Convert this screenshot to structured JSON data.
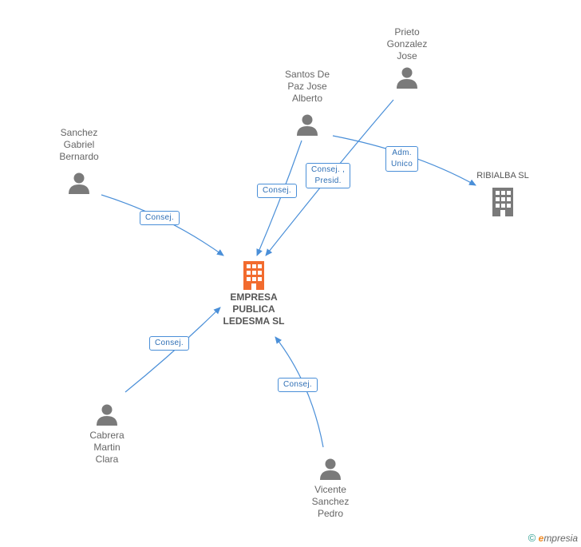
{
  "nodes": {
    "prieto": "Prieto\nGonzalez\nJose",
    "santos": "Santos De\nPaz Jose\nAlberto",
    "sanchez": "Sanchez\nGabriel\nBernardo",
    "ribialba": "RIBIALBA SL",
    "empresa": "EMPRESA\nPUBLICA\nLEDESMA  SL",
    "cabrera": "Cabrera\nMartin\nClara",
    "vicente": "Vicente\nSanchez\nPedro"
  },
  "edges": {
    "santos_empresa": "Consej.",
    "prieto_empresa": "Consej. ,\nPresid.",
    "santos_ribialba": "Adm.\nUnico",
    "sanchez_empresa": "Consej.",
    "cabrera_empresa": "Consej.",
    "vicente_empresa": "Consej."
  },
  "colors": {
    "edge": "#4a8fd8",
    "person": "#7a7a7a",
    "company_main": "#f26b2e",
    "company_other": "#7a7a7a"
  },
  "brand": {
    "copyright": "©",
    "e": "e",
    "rest": "mpresia"
  }
}
